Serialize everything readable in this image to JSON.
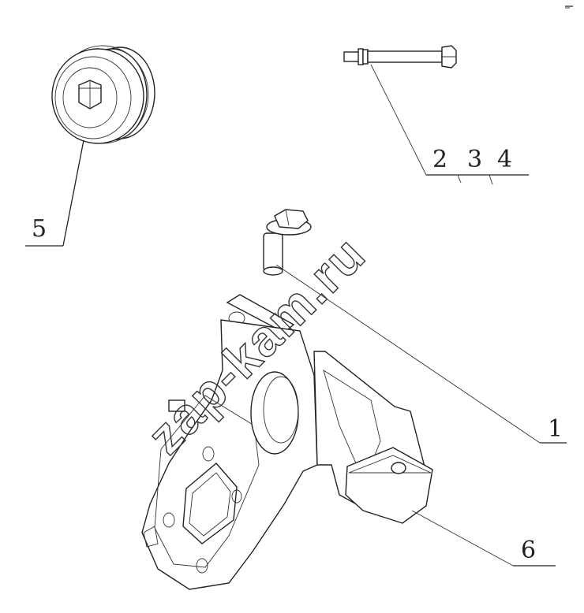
{
  "callouts": {
    "c1": "1",
    "c2": "2",
    "c3": "3",
    "c4": "4",
    "c5": "5",
    "c6": "6"
  },
  "watermark": "zap-kam.ru"
}
